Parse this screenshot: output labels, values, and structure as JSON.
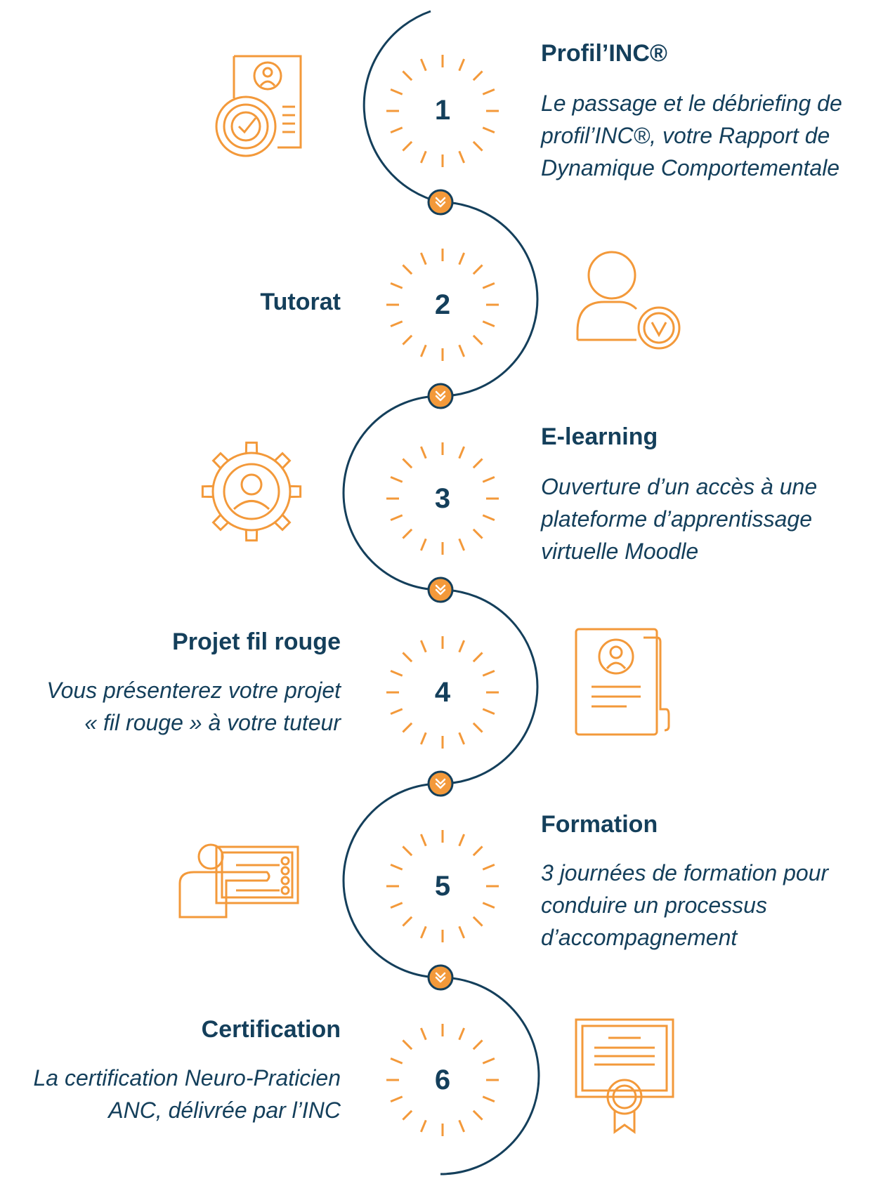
{
  "colors": {
    "navy": "#143f5b",
    "orange": "#f3993a"
  },
  "steps": [
    {
      "number": "1",
      "title": "Profil’INC®",
      "description": "Le passage et le débriefing de\nprofil’INC®, votre Rapport de\nDynamique Comportementale",
      "icon": "profile-report-check-icon"
    },
    {
      "number": "2",
      "title": "Tutorat",
      "description": "",
      "icon": "user-check-icon"
    },
    {
      "number": "3",
      "title": "E-learning",
      "description": "Ouverture d’un accès à une\nplateforme d’apprentissage\nvirtuelle Moodle",
      "icon": "gear-user-icon"
    },
    {
      "number": "4",
      "title": "Projet fil rouge",
      "description": "Vous présenterez votre projet\n« fil rouge » à votre tuteur",
      "icon": "profile-folder-icon"
    },
    {
      "number": "5",
      "title": "Formation",
      "description": "3 journées de formation pour\nconduire un processus\nd’accompagnement",
      "icon": "presentation-board-icon"
    },
    {
      "number": "6",
      "title": "Certification",
      "description": "La certification Neuro-Praticien\nANC, délivrée par l’INC",
      "icon": "certificate-icon"
    }
  ]
}
